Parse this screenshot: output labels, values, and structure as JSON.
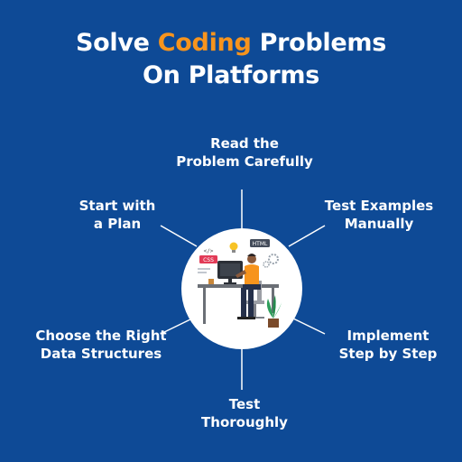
{
  "header": {
    "title_part1": "Solve",
    "title_accent": "Coding",
    "title_part2": "Problems",
    "title_line2": "On Platforms"
  },
  "colors": {
    "background": "#0e4a96",
    "accent": "#f7941d",
    "text": "#ffffff",
    "line": "#ffffff"
  },
  "steps": [
    {
      "line1": "Read the",
      "line2": "Problem Carefully"
    },
    {
      "line1": "Start with",
      "line2": "a Plan"
    },
    {
      "line1": "Test Examples",
      "line2": "Manually"
    },
    {
      "line1": "Choose the Right",
      "line2": "Data Structures"
    },
    {
      "line1": "Implement",
      "line2": "Step by Step"
    },
    {
      "line1": "Test",
      "line2": "Thoroughly"
    }
  ],
  "illustration": {
    "badge_css": "CSS",
    "badge_html": "HTML",
    "code_symbol": "</>"
  }
}
